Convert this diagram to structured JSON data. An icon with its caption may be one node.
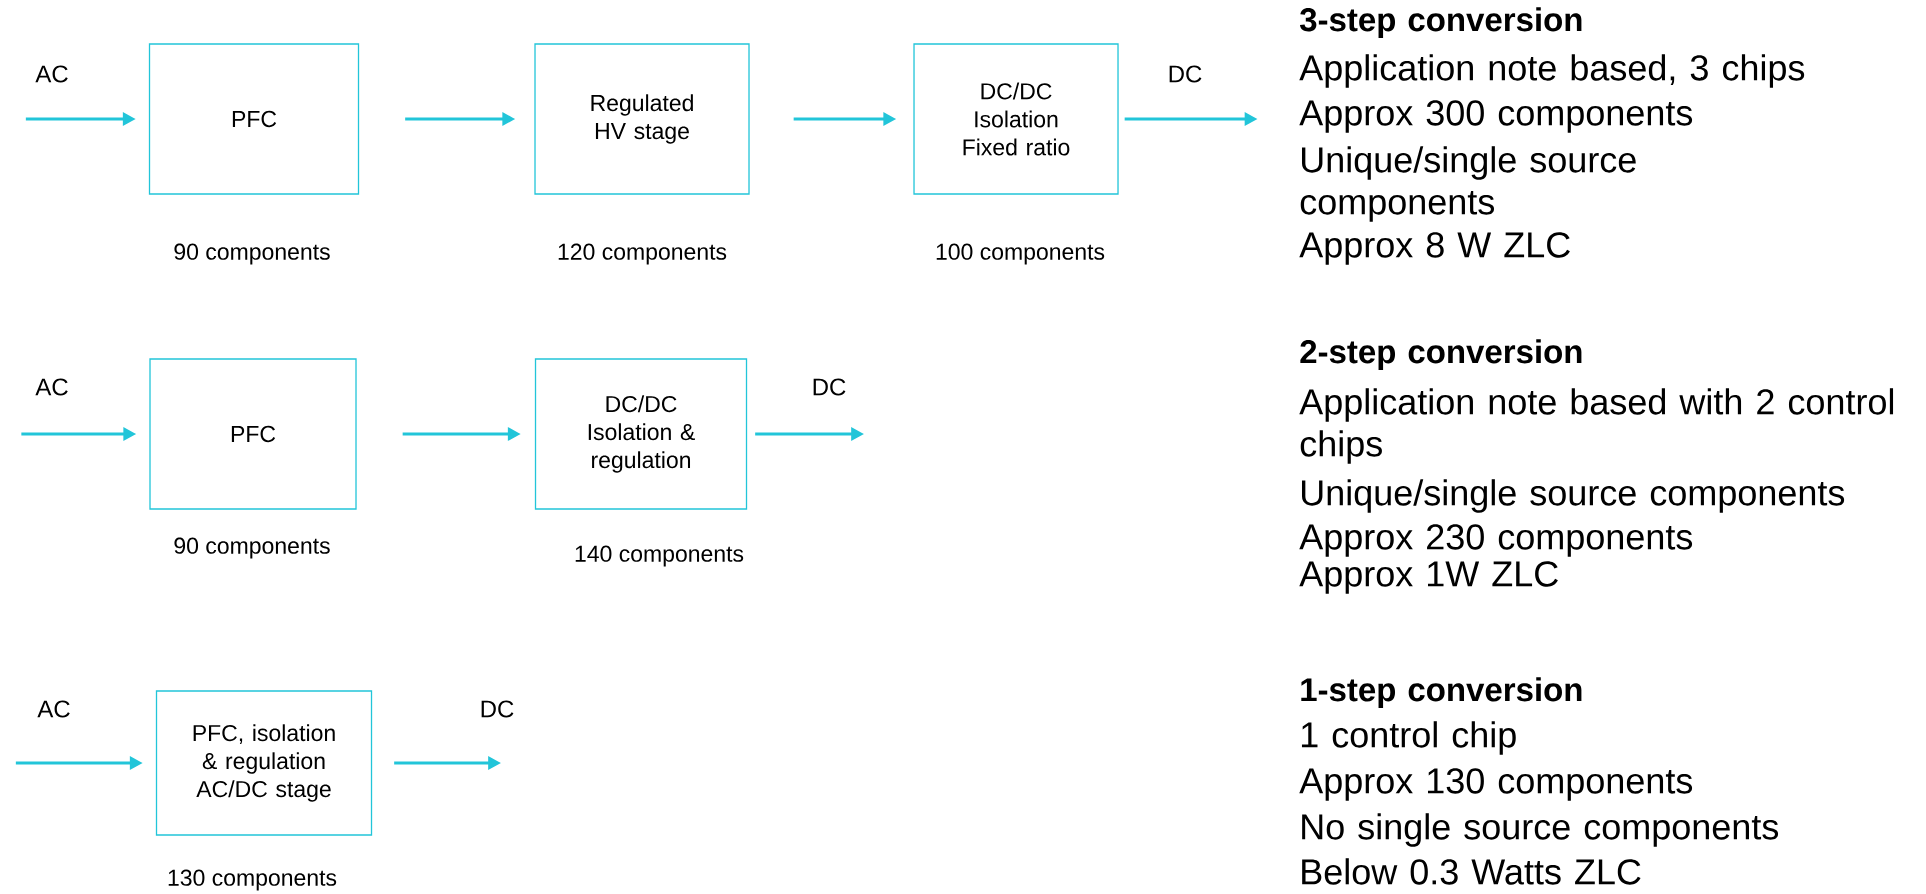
{
  "diagram": {
    "nodes": [
      {
        "text": [
          "PFC"
        ],
        "beside": [
          "90 components"
        ]
      },
      {
        "text": [
          "Regulated HV stage"
        ],
        "beside": [
          "120 components"
        ]
      },
      {
        "text": [
          "DC/DC Isolation Fixed ratio"
        ],
        "beside": [
          "100 components"
        ]
      },
      {
        "text": [
          "PFC"
        ],
        "beside": [
          "90 components"
        ]
      },
      {
        "text": [
          "DC/DC Isolation & regulation"
        ],
        "beside": [
          "140 components"
        ]
      },
      {
        "text": [
          "PFC, isolation & regulation AC/DC stage"
        ],
        "beside": [
          "130 components"
        ]
      }
    ],
    "edges": [
      {
        "from": null,
        "to": 0,
        "arrow": "to",
        "label": "AC"
      },
      {
        "from": 0,
        "to": 1,
        "arrow": "to"
      },
      {
        "from": 1,
        "to": 2,
        "arrow": "to"
      },
      {
        "from": 2,
        "to": null,
        "arrow": "to",
        "label": "DC"
      },
      {
        "from": null,
        "to": 3,
        "arrow": "to",
        "label": "AC"
      },
      {
        "from": 3,
        "to": 4,
        "arrow": "to"
      },
      {
        "from": 4,
        "to": null,
        "arrow": "to",
        "label": "DC"
      },
      {
        "from": null,
        "to": 5,
        "arrow": "to",
        "label": "AC"
      },
      {
        "from": 5,
        "to": null,
        "arrow": "to",
        "label": "DC"
      }
    ],
    "labels": [
      "3-step conversion",
      "Application note based, 3 chips",
      "Approx 300 components",
      "Unique/single source components",
      "Approx 8 W ZLC",
      "2-step conversion",
      "Application note based with 2 control chips",
      "Unique/single source components",
      "Approx 230 components",
      "Approx 1W ZLC",
      "1-step conversion",
      "1 control chip",
      "Approx 130 components",
      "No single source components",
      "Below 0.3 Watts ZLC"
    ]
  }
}
